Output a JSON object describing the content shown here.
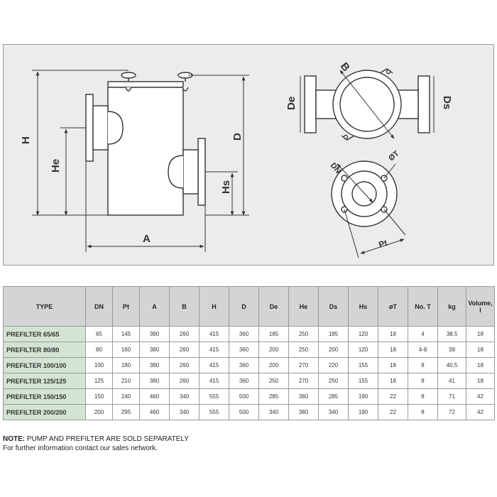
{
  "drawing": {
    "labels": {
      "H": "H",
      "He": "He",
      "A": "A",
      "D": "D",
      "Hs": "Hs",
      "De": "De",
      "Ds": "Ds",
      "B": "B",
      "DN": "DN",
      "OT": "ØT",
      "Pt": "Pt"
    }
  },
  "table": {
    "headers": [
      "TYPE",
      "DN",
      "Pt",
      "A",
      "B",
      "H",
      "D",
      "De",
      "He",
      "Ds",
      "Hs",
      "øT",
      "No. T",
      "kg",
      "Volume, l"
    ],
    "rows": [
      [
        "PREFILTER 65/65",
        "65",
        "145",
        "380",
        "260",
        "415",
        "360",
        "185",
        "250",
        "185",
        "120",
        "18",
        "4",
        "38,5",
        "18"
      ],
      [
        "PREFILTER 80/80",
        "80",
        "160",
        "380",
        "260",
        "415",
        "360",
        "200",
        "250",
        "200",
        "120",
        "18",
        "4-8",
        "39",
        "18"
      ],
      [
        "PREFILTER 100/100",
        "100",
        "180",
        "380",
        "260",
        "415",
        "360",
        "200",
        "270",
        "220",
        "155",
        "18",
        "8",
        "40,5",
        "18"
      ],
      [
        "PREFILTER 125/125",
        "125",
        "210",
        "380",
        "260",
        "415",
        "360",
        "250",
        "270",
        "250",
        "155",
        "18",
        "8",
        "41",
        "18"
      ],
      [
        "PREFILTER 150/150",
        "150",
        "240",
        "460",
        "340",
        "555",
        "500",
        "285",
        "380",
        "285",
        "190",
        "22",
        "8",
        "71",
        "42"
      ],
      [
        "PREFILTER 200/200",
        "200",
        "295",
        "460",
        "340",
        "555",
        "500",
        "340",
        "380",
        "340",
        "190",
        "22",
        "8",
        "72",
        "42"
      ]
    ]
  },
  "notes": {
    "note_label": "NOTE:",
    "note_text": " PUMP AND PREFILTER ARE SOLD SEPARATELY",
    "contact": "For further information contact our sales network."
  }
}
